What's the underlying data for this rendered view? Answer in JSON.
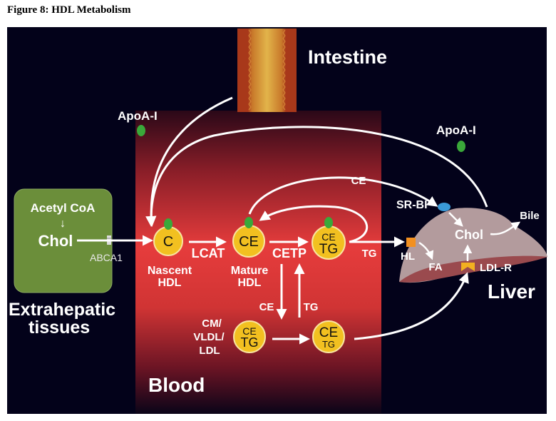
{
  "caption": "Figure 8: HDL Metabolism",
  "regions": {
    "intestine": "Intestine",
    "blood": "Blood",
    "liver": "Liver",
    "extrahepatic_line1": "Extrahepatic",
    "extrahepatic_line2": "tissues"
  },
  "tissue_box": {
    "acetyl": "Acetyl CoA",
    "arrow": "↓",
    "chol": "Chol",
    "transporter": "ABCA1"
  },
  "apoa1_left": "ApoA-I",
  "apoa1_right": "ApoA-I",
  "particles": {
    "nascent": {
      "core": "C",
      "label1": "Nascent",
      "label2": "HDL"
    },
    "mature": {
      "core": "CE",
      "label1": "Mature",
      "label2": "HDL"
    },
    "large": {
      "core1": "CE",
      "core2": "TG"
    },
    "vldl": {
      "core1": "CE",
      "core2": "TG",
      "label1": "CM/",
      "label2": "VLDL/",
      "label3": "LDL"
    },
    "vldl2": {
      "core1": "CE",
      "core2": "TG"
    }
  },
  "enzymes": {
    "lcat": "LCAT",
    "cetp": "CETP",
    "tg_out": "TG",
    "ce_down": "CE",
    "tg_up": "TG",
    "ce_top": "CE"
  },
  "liver": {
    "srbi": "SR-BI",
    "chol": "Chol",
    "bile": "Bile",
    "hl": "HL",
    "fa": "FA",
    "ldlr": "LDL-R"
  },
  "colors": {
    "background": "#03021a",
    "blood_top": "#5a1020",
    "blood_mid": "#e03a3a",
    "particle": "#f2c020",
    "apo": "#3aa83a",
    "tissue": "#6b8e3a",
    "srbi": "#3a9ad8",
    "hl": "#f39020",
    "liver_light": "#b09a9c",
    "liver_dark": "#9a4a4e"
  }
}
